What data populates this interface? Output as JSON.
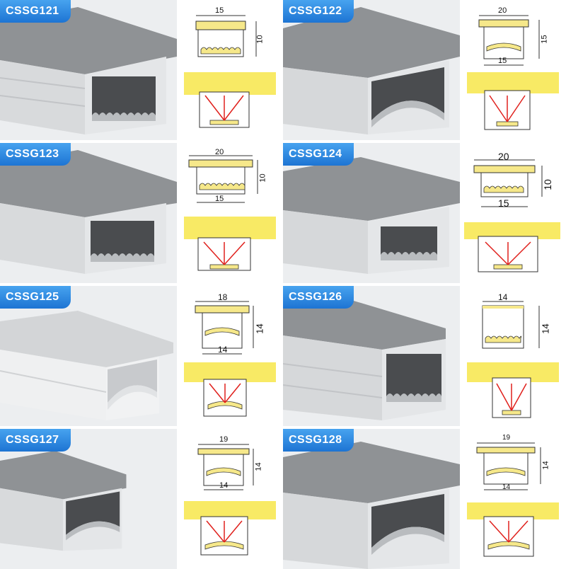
{
  "products": [
    {
      "code": "CSSG121",
      "top": "15",
      "side": "10",
      "bottom": ""
    },
    {
      "code": "CSSG122",
      "top": "20",
      "side": "15",
      "bottom": "15"
    },
    {
      "code": "CSSG123",
      "top": "20",
      "side": "10",
      "bottom": "15"
    },
    {
      "code": "CSSG124",
      "top": "20",
      "side": "10",
      "bottom": "15"
    },
    {
      "code": "CSSG125",
      "top": "18",
      "side": "14",
      "bottom": "14"
    },
    {
      "code": "CSSG126",
      "top": "14",
      "side": "14",
      "bottom": ""
    },
    {
      "code": "CSSG127",
      "top": "19",
      "side": "14",
      "bottom": "14"
    },
    {
      "code": "CSSG128",
      "top": "19",
      "side": "14",
      "bottom": "14"
    }
  ],
  "colors": {
    "tab_top": "#47a3ef",
    "tab_bottom": "#1d74d3",
    "light_glow": "#f7e64a",
    "led_yellow": "#f6e88a",
    "ray_red": "#e0201c"
  }
}
